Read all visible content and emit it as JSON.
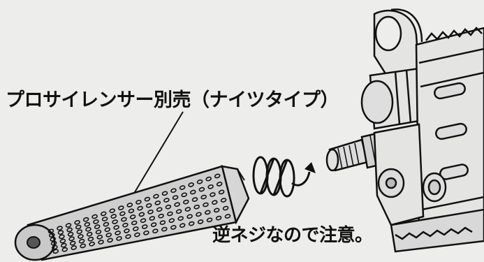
{
  "labels": {
    "silencer": "プロサイレンサー別売（ナイツタイプ）",
    "note": "逆ネジなので注意。"
  },
  "icons": {
    "silencer": "silencer-illustration",
    "spring": "spring-coil-illustration",
    "arrow": "rotation-arrow-icon",
    "barrel": "barrel-thread-illustration",
    "rifle": "rifle-front-sight-illustration"
  },
  "colors": {
    "background": "#ededeb",
    "line": "#111111",
    "silencer_fill": "#cfcfcf",
    "metal_fill": "#dcdcdc"
  }
}
